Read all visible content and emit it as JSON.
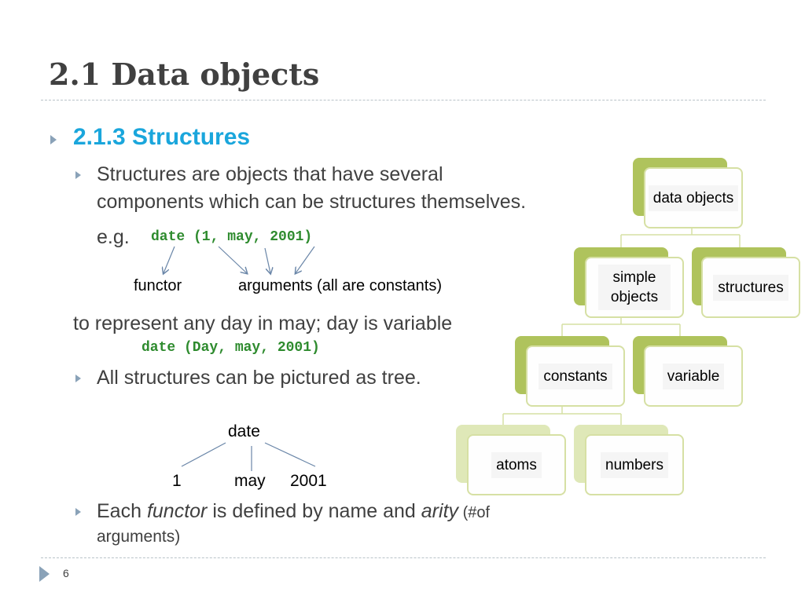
{
  "slide": {
    "title": "2.1 Data objects",
    "heading": "2.1.3 Structures",
    "bullet1_line1": "Structures are objects that have several",
    "bullet1_line2": "components which can be structures themselves.",
    "eg_label": "e.g.",
    "eg_code": "date (1, may, 2001)",
    "functor_label": "functor",
    "arguments_label": "arguments (all are constants)",
    "variable_line": "to represent any day in may; day is variable",
    "variable_code": "date (Day, may, 2001)",
    "bullet2": "All structures can be pictured as tree.",
    "bullet3_part1": "Each ",
    "bullet3_functor": "functor",
    "bullet3_part2": " is defined by name and ",
    "bullet3_arity": "arity",
    "bullet3_part3": " (#of",
    "bullet3_line2": "arguments)",
    "page_number": "6"
  },
  "date_tree": {
    "root": "date",
    "children": [
      "1",
      "may",
      "2001"
    ]
  },
  "hierarchy": {
    "root": "data objects",
    "level1": [
      "simple objects",
      "structures"
    ],
    "level2": [
      "constants",
      "variable"
    ],
    "level3": [
      "atoms",
      "numbers"
    ]
  },
  "colors": {
    "heading": "#1aa6dc",
    "code": "#2e8b2e",
    "node_back": "#afc35c",
    "node_border": "#d6e0a4",
    "bullet": "#8aa2b8"
  }
}
